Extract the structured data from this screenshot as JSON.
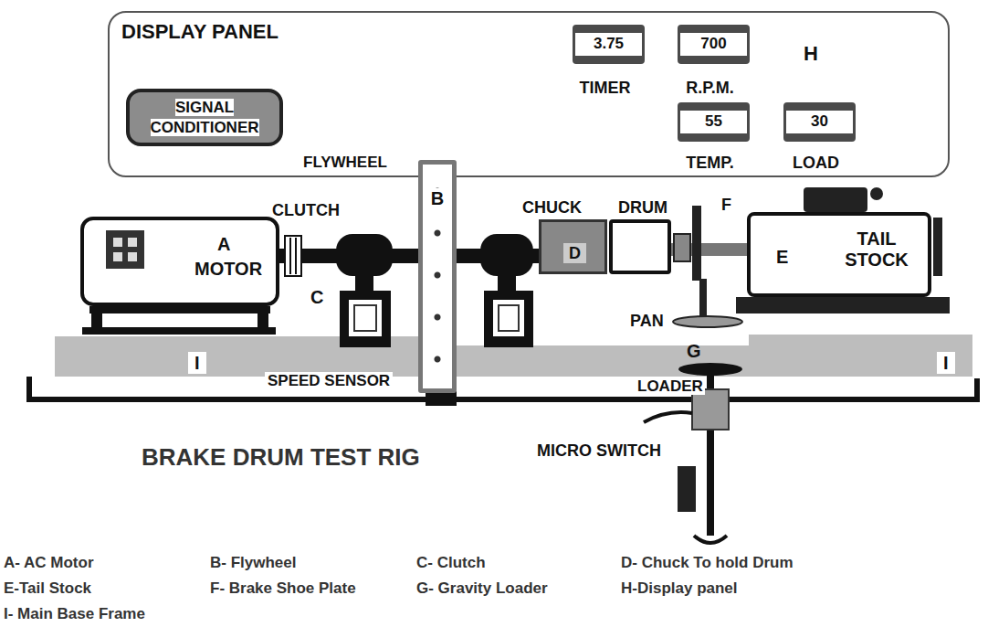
{
  "diagram": {
    "title": "BRAKE DRUM TEST RIG",
    "nodes": [
      {
        "text": [
          "DISPLAY PANEL"
        ]
      },
      {
        "text": [
          "SIGNAL CONDITIONER"
        ],
        "in": 0
      },
      {
        "text": [
          "3.75",
          "TIMER"
        ],
        "in": 0
      },
      {
        "text": [
          "700",
          "R.P.M."
        ],
        "in": 0
      },
      {
        "text": [
          "55",
          "TEMP."
        ],
        "in": 0
      },
      {
        "text": [
          "30",
          "LOAD"
        ],
        "in": 0
      },
      {
        "text": [
          "A",
          "MOTOR"
        ]
      },
      {
        "text": [
          "FLYWHEEL",
          "B"
        ]
      },
      {
        "text": [
          "CHUCK",
          "D"
        ]
      },
      {
        "text": [
          "DRUM"
        ]
      },
      {
        "text": [
          "E",
          "TAIL STOCK"
        ]
      }
    ],
    "labels": [
      "H",
      "CLUTCH",
      "C",
      "SPEED SENSOR",
      "F",
      "PAN",
      "G",
      "LOADER",
      "I",
      "I",
      "MICRO SWITCH",
      "A- AC Motor",
      "B- Flywheel",
      "C- Clutch",
      "D- Chuck To hold Drum",
      "E-Tail Stock",
      "F- Brake Shoe Plate",
      "G- Gravity Loader",
      "H-Display panel",
      "I- Main Base Frame"
    ]
  }
}
